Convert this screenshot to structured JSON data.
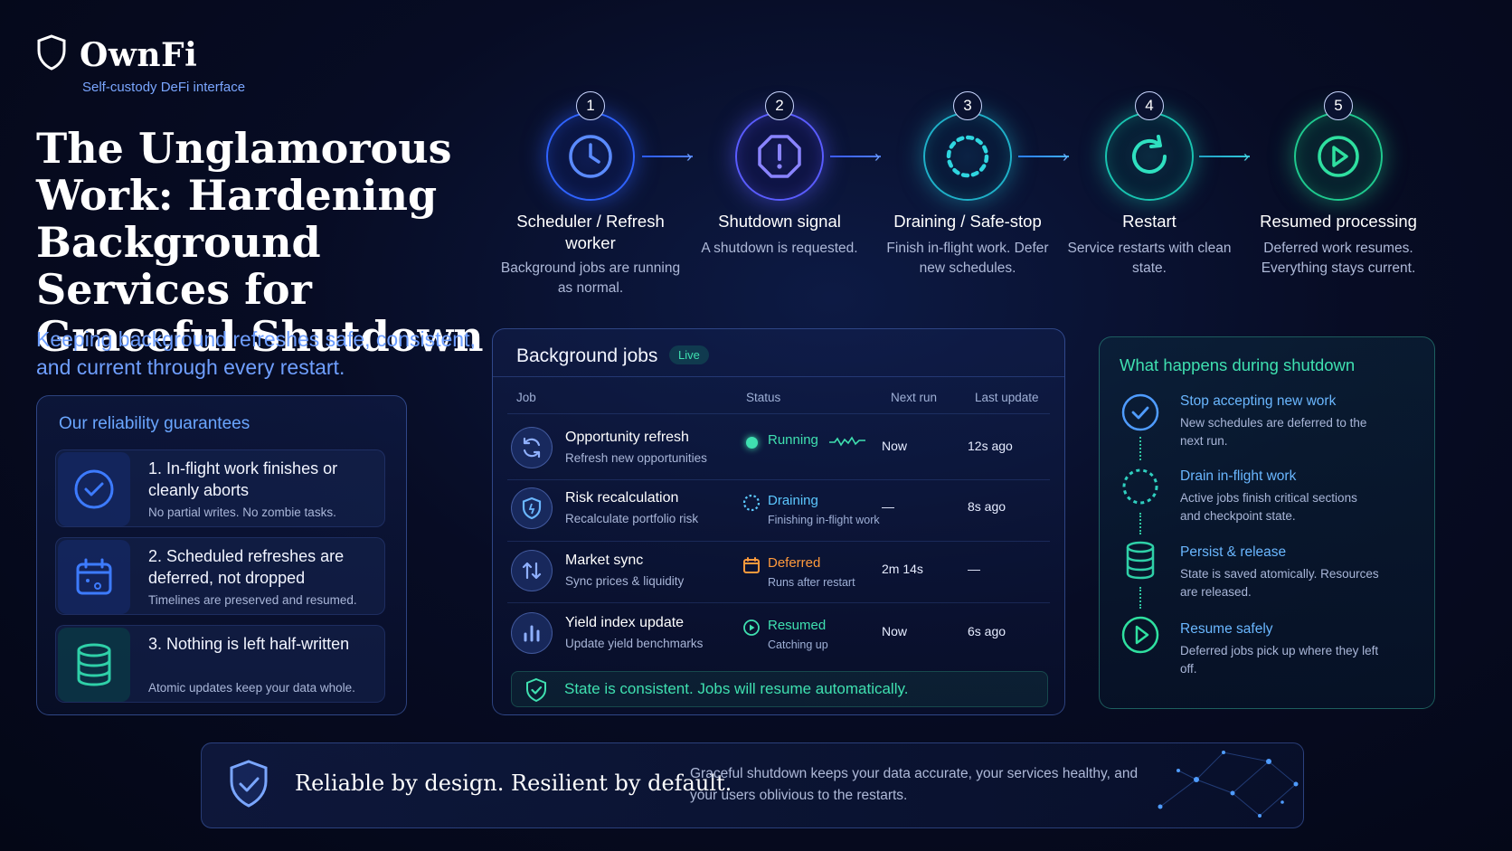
{
  "brand": {
    "name": "OwnFi",
    "tagline": "Self-custody DeFi interface"
  },
  "title": "The Unglamorous Work: Hardening Background Services for Graceful Shutdown",
  "subtitle": "Keeping background refreshes safe, consistent, and current through every restart.",
  "guarantees": {
    "title": "Our reliability guarantees",
    "items": [
      {
        "heading": "1. In-flight work finishes or cleanly aborts",
        "desc": "No partial writes. No zombie tasks.",
        "icon": "check-circle-icon"
      },
      {
        "heading": "2. Scheduled refreshes are deferred, not dropped",
        "desc": "Timelines are preserved and resumed.",
        "icon": "calendar-icon"
      },
      {
        "heading": "3. Nothing is left half-written",
        "desc": "Atomic updates keep your data whole.",
        "icon": "database-icon"
      }
    ]
  },
  "steps": [
    {
      "num": "1",
      "title": "Scheduler / Refresh worker",
      "desc": "Background jobs are running as normal.",
      "icon": "clock-icon",
      "color": "#3d7bff"
    },
    {
      "num": "2",
      "title": "Shutdown signal",
      "desc": "A shutdown is requested.",
      "icon": "alert-octagon-icon",
      "color": "#6d6cff"
    },
    {
      "num": "3",
      "title": "Draining / Safe-stop",
      "desc": "Finish in-flight work. Defer new schedules.",
      "icon": "draining-ring-icon",
      "color": "#22c7d8"
    },
    {
      "num": "4",
      "title": "Restart",
      "desc": "Service restarts with clean state.",
      "icon": "restart-icon",
      "color": "#1fd0b8"
    },
    {
      "num": "5",
      "title": "Resumed processing",
      "desc": "Deferred work resumes. Everything stays current.",
      "icon": "play-icon",
      "color": "#22d39a"
    }
  ],
  "jobs": {
    "title": "Background jobs",
    "badge": "Live",
    "columns": [
      "Job",
      "Status",
      "Next run",
      "Last update"
    ],
    "rows": [
      {
        "name": "Opportunity refresh",
        "desc": "Refresh new opportunities",
        "status": "Running",
        "status_sub": "",
        "next": "Now",
        "last": "12s ago",
        "icon": "refresh-icon",
        "status_color": "#3fe0b0"
      },
      {
        "name": "Risk recalculation",
        "desc": "Recalculate portfolio risk",
        "status": "Draining",
        "status_sub": "Finishing in-flight work",
        "next": "—",
        "last": "8s ago",
        "icon": "shield-icon",
        "status_color": "#5cc8ff"
      },
      {
        "name": "Market sync",
        "desc": "Sync prices & liquidity",
        "status": "Deferred",
        "status_sub": "Runs after restart",
        "next": "2m 14s",
        "last": "—",
        "icon": "swap-arrows-icon",
        "status_color": "#ff9a3c"
      },
      {
        "name": "Yield index update",
        "desc": "Update yield benchmarks",
        "status": "Resumed",
        "status_sub": "Catching up",
        "next": "Now",
        "last": "6s ago",
        "icon": "bar-chart-icon",
        "status_color": "#3fe0b0"
      }
    ],
    "consistent": "State is consistent. Jobs will resume automatically."
  },
  "shutdown": {
    "title": "What happens during shutdown",
    "items": [
      {
        "heading": "Stop accepting new work",
        "desc": "New schedules are deferred to the next run.",
        "icon": "check-circle-icon"
      },
      {
        "heading": "Drain in-flight work",
        "desc": "Active jobs finish critical sections and checkpoint state.",
        "icon": "dotted-ring-icon"
      },
      {
        "heading": "Persist & release",
        "desc": "State is saved atomically. Resources are released.",
        "icon": "database-icon"
      },
      {
        "heading": "Resume safely",
        "desc": "Deferred jobs pick up where they left off.",
        "icon": "play-icon"
      }
    ]
  },
  "footer": {
    "main": "Reliable by design. Resilient by default.",
    "text": "Graceful shutdown keeps your data accurate, your services healthy, and your users oblivious to the restarts."
  }
}
